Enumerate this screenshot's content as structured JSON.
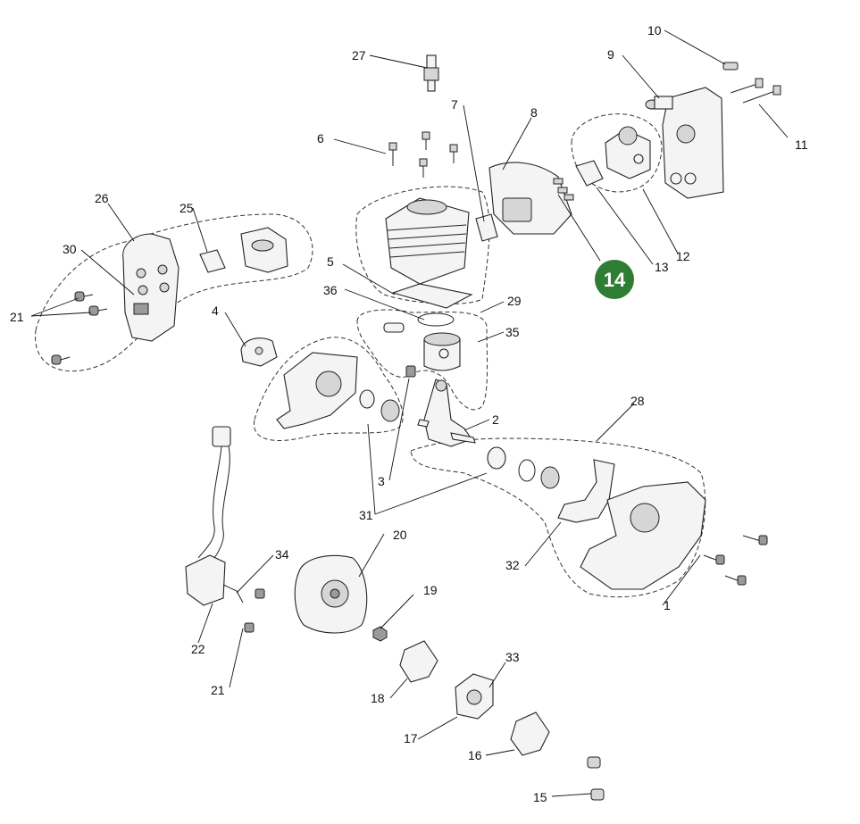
{
  "badge": {
    "label": "14",
    "color": "#2e7d32"
  },
  "callouts": [
    {
      "id": "c1",
      "text": "1"
    },
    {
      "id": "c2",
      "text": "2"
    },
    {
      "id": "c3",
      "text": "3"
    },
    {
      "id": "c4",
      "text": "4"
    },
    {
      "id": "c5",
      "text": "5"
    },
    {
      "id": "c6",
      "text": "6"
    },
    {
      "id": "c7",
      "text": "7"
    },
    {
      "id": "c8",
      "text": "8"
    },
    {
      "id": "c9",
      "text": "9"
    },
    {
      "id": "c10",
      "text": "10"
    },
    {
      "id": "c11",
      "text": "11"
    },
    {
      "id": "c12",
      "text": "12"
    },
    {
      "id": "c13",
      "text": "13"
    },
    {
      "id": "c15",
      "text": "15"
    },
    {
      "id": "c16",
      "text": "16"
    },
    {
      "id": "c17",
      "text": "17"
    },
    {
      "id": "c18",
      "text": "18"
    },
    {
      "id": "c19",
      "text": "19"
    },
    {
      "id": "c20",
      "text": "20"
    },
    {
      "id": "c21a",
      "text": "21"
    },
    {
      "id": "c21b",
      "text": "21"
    },
    {
      "id": "c22",
      "text": "22"
    },
    {
      "id": "c25",
      "text": "25"
    },
    {
      "id": "c26",
      "text": "26"
    },
    {
      "id": "c27",
      "text": "27"
    },
    {
      "id": "c28",
      "text": "28"
    },
    {
      "id": "c29",
      "text": "29"
    },
    {
      "id": "c30",
      "text": "30"
    },
    {
      "id": "c31",
      "text": "31"
    },
    {
      "id": "c32",
      "text": "32"
    },
    {
      "id": "c33",
      "text": "33"
    },
    {
      "id": "c34",
      "text": "34"
    },
    {
      "id": "c35",
      "text": "35"
    },
    {
      "id": "c36",
      "text": "36"
    }
  ]
}
